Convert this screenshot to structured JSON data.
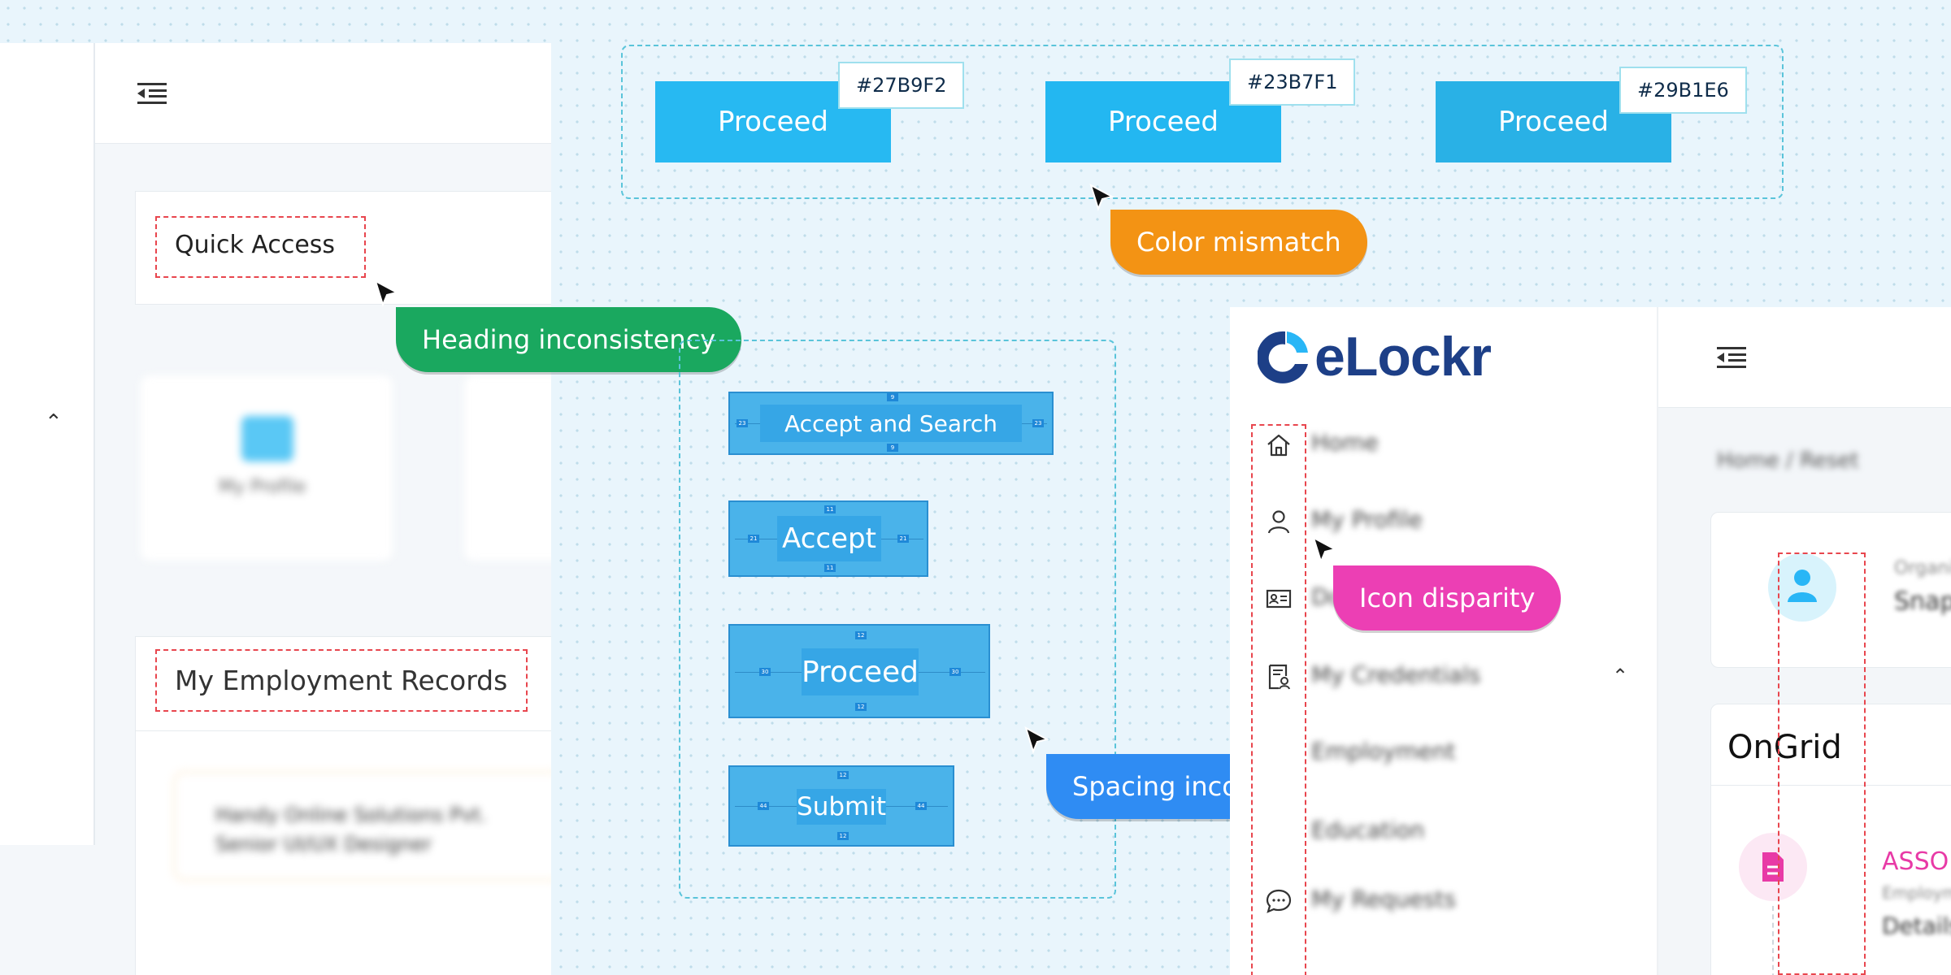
{
  "color_mismatch": {
    "buttons": [
      {
        "label": "Proceed",
        "hex": "#27B9F2"
      },
      {
        "label": "Proceed",
        "hex": "#23B7F1"
      },
      {
        "label": "Proceed",
        "hex": "#29B1E6"
      }
    ],
    "callout": "Color mismatch",
    "callout_color": "#f39314"
  },
  "heading": {
    "callout": "Heading inconsistency",
    "callout_color": "#1aa85f"
  },
  "spacing": {
    "callout": "Spacing inconsistency",
    "callout_color": "#2f8cf3",
    "buttons": [
      {
        "label": "Accept and Search",
        "pad_v": "9",
        "pad_h": "23"
      },
      {
        "label": "Accept",
        "pad_v": "11",
        "pad_h": "21"
      },
      {
        "label": "Proceed",
        "pad_v": "12",
        "pad_h": "30"
      },
      {
        "label": "Submit",
        "pad_v": "12",
        "pad_h": "44"
      }
    ]
  },
  "icon": {
    "callout": "Icon disparity",
    "callout_color": "#ec3fb4"
  },
  "left_panel": {
    "quick_access_title": "Quick Access",
    "my_profile_label": "My Profile",
    "employment_title": "My Employment Records",
    "employment_line1": "Handy Online Solutions Pvt.",
    "employment_line2": "Senior UI/UX Designer"
  },
  "elockr": {
    "logo_text": "eLockr",
    "nav": [
      {
        "label": "Home",
        "icon": "home-icon"
      },
      {
        "label": "My Profile",
        "icon": "user-icon"
      },
      {
        "label": "Documents",
        "icon": "id-card-icon"
      },
      {
        "label": "My Credentials",
        "icon": "credentials-icon"
      },
      {
        "label": "Employment",
        "icon": ""
      },
      {
        "label": "Education",
        "icon": ""
      },
      {
        "label": "My Requests",
        "icon": "chat-icon"
      }
    ],
    "breadcrumb": "Home / Reset",
    "profile_line1": "Organization",
    "profile_line2": "Snap",
    "section_title": "OnGrid",
    "assoc_label": "ASSO",
    "doc_line1": "Employment",
    "doc_line2": "Details"
  }
}
